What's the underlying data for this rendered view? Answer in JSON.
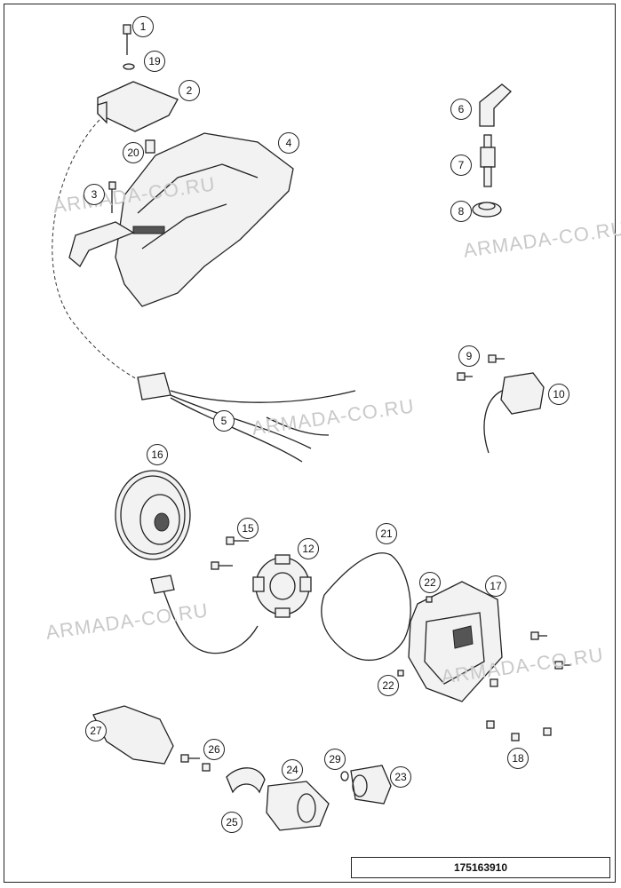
{
  "drawing_number": "175163910",
  "watermarks": [
    {
      "text": "ARMADA-CO.RU"
    },
    {
      "text": "ARMADA-CO.RU"
    },
    {
      "text": "ARMADA-CO.RU"
    },
    {
      "text": "ARMADA-CO.RU"
    },
    {
      "text": "ARMADA-CO.RU"
    }
  ],
  "callouts": [
    {
      "label": "1"
    },
    {
      "label": "19"
    },
    {
      "label": "2"
    },
    {
      "label": "20"
    },
    {
      "label": "4"
    },
    {
      "label": "3"
    },
    {
      "label": "6"
    },
    {
      "label": "7"
    },
    {
      "label": "8"
    },
    {
      "label": "9"
    },
    {
      "label": "10"
    },
    {
      "label": "5"
    },
    {
      "label": "16"
    },
    {
      "label": "15"
    },
    {
      "label": "12"
    },
    {
      "label": "21"
    },
    {
      "label": "22"
    },
    {
      "label": "17"
    },
    {
      "label": "22"
    },
    {
      "label": "18"
    },
    {
      "label": "27"
    },
    {
      "label": "26"
    },
    {
      "label": "24"
    },
    {
      "label": "29"
    },
    {
      "label": "23"
    },
    {
      "label": "25"
    }
  ]
}
